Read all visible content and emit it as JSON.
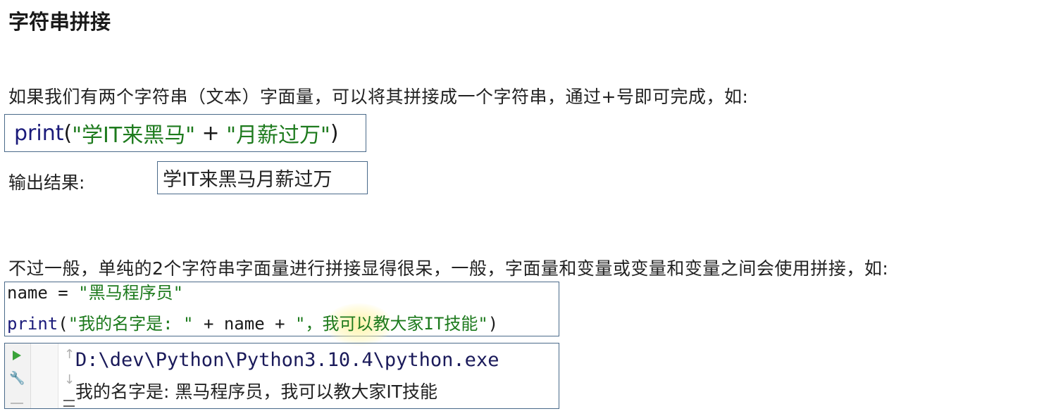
{
  "title": "字符串拼接",
  "para1": "如果我们有两个字符串（文本）字面量，可以将其拼接成一个字符串，通过+号即可完成，如:",
  "example1": {
    "func": "print",
    "open": "(",
    "str1": "\"学IT来黑马\"",
    "plus": " + ",
    "str2": "\"月薪过万\"",
    "close": ")"
  },
  "output_label": "输出结果:",
  "output1": "学IT来黑马月薪过万",
  "para2": "不过一般，单纯的2个字符串字面量进行拼接显得很呆，一般，字面量和变量或变量和变量之间会使用拼接，如:",
  "example2": {
    "line1_var": "name = ",
    "line1_str": "\"黑马程序员\"",
    "line2_func": "print",
    "line2_open": "(",
    "line2_str1": "\"我的名字是: \"",
    "line2_mid": " + name + ",
    "line2_str2": "\"，我可以教大家IT技能\"",
    "line2_close": ")"
  },
  "run": {
    "path": "D:\\dev\\Python\\Python3.10.4\\python.exe",
    "output": "我的名字是: 黑马程序员，我可以教大家IT技能"
  },
  "icons": [
    "run-icon",
    "up-arrow-icon",
    "down-arrow-icon",
    "wrench-icon",
    "lines-icon"
  ],
  "colors": {
    "keyword": "#1a1a7a",
    "string": "#1d7a1d",
    "border": "#4a6a8a",
    "run": "#3aa33a"
  }
}
